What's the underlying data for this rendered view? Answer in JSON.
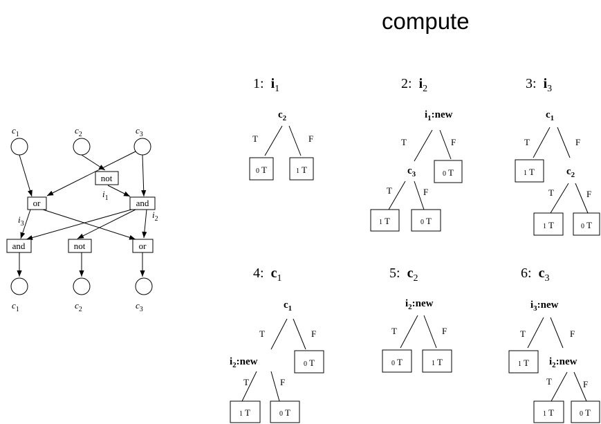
{
  "title": "compute",
  "circuit": {
    "inputs": [
      {
        "base": "c",
        "sub": "1"
      },
      {
        "base": "c",
        "sub": "2"
      },
      {
        "base": "c",
        "sub": "3"
      }
    ],
    "outputs": [
      {
        "base": "c",
        "sub": "1"
      },
      {
        "base": "c",
        "sub": "2"
      },
      {
        "base": "c",
        "sub": "3"
      }
    ],
    "gates": {
      "not_top": "not",
      "or_left": "or",
      "and_right": "and",
      "and_bottom": "and",
      "not_bottom": "not",
      "or_bottom": "or"
    },
    "wire_labels": {
      "i1": {
        "base": "i",
        "sub": "1"
      },
      "i2": {
        "base": "i",
        "sub": "2"
      },
      "i3": {
        "base": "i",
        "sub": "3"
      }
    }
  },
  "panels": [
    {
      "header": {
        "num": "1:",
        "var": "i",
        "sub": "1"
      },
      "root": {
        "var": "c",
        "sub": "2",
        "suffix": ""
      },
      "edges": [
        "T",
        "F"
      ],
      "leaves": [
        {
          "n": "0",
          "v": "T"
        },
        {
          "n": "1",
          "v": "T"
        }
      ]
    },
    {
      "header": {
        "num": "2:",
        "var": "i",
        "sub": "2"
      },
      "root": {
        "var": "i",
        "sub": "1",
        "suffix": ":new"
      },
      "edges": [
        "T",
        "F"
      ],
      "inner": {
        "var": "c",
        "sub": "3",
        "suffix": ""
      },
      "inner_edges": [
        "T",
        "F"
      ],
      "leaves": [
        {
          "n": "0",
          "v": "T"
        },
        {
          "n": "1",
          "v": "T"
        },
        {
          "n": "0",
          "v": "T"
        }
      ]
    },
    {
      "header": {
        "num": "3:",
        "var": "i",
        "sub": "3"
      },
      "root": {
        "var": "c",
        "sub": "1",
        "suffix": ""
      },
      "edges": [
        "T",
        "F"
      ],
      "inner": {
        "var": "c",
        "sub": "2",
        "suffix": ""
      },
      "inner_edges": [
        "T",
        "F"
      ],
      "leaves": [
        {
          "n": "1",
          "v": "T"
        },
        {
          "n": "1",
          "v": "T"
        },
        {
          "n": "0",
          "v": "T"
        }
      ]
    },
    {
      "header": {
        "num": "4:",
        "var": "c",
        "sub": "1"
      },
      "root": {
        "var": "c",
        "sub": "1",
        "suffix": ""
      },
      "edges": [
        "T",
        "F"
      ],
      "inner": {
        "var": "i",
        "sub": "2",
        "suffix": ":new"
      },
      "inner_edges": [
        "T",
        "F"
      ],
      "leaves": [
        {
          "n": "0",
          "v": "T"
        },
        {
          "n": "1",
          "v": "T"
        },
        {
          "n": "0",
          "v": "T"
        }
      ]
    },
    {
      "header": {
        "num": "5:",
        "var": "c",
        "sub": "2"
      },
      "root": {
        "var": "i",
        "sub": "2",
        "suffix": ":new"
      },
      "edges": [
        "T",
        "F"
      ],
      "leaves": [
        {
          "n": "0",
          "v": "T"
        },
        {
          "n": "1",
          "v": "T"
        }
      ]
    },
    {
      "header": {
        "num": "6:",
        "var": "c",
        "sub": "3"
      },
      "root": {
        "var": "i",
        "sub": "3",
        "suffix": ":new"
      },
      "edges": [
        "T",
        "F"
      ],
      "inner": {
        "var": "i",
        "sub": "2",
        "suffix": ":new"
      },
      "inner_edges": [
        "T",
        "F"
      ],
      "leaves": [
        {
          "n": "1",
          "v": "T"
        },
        {
          "n": "1",
          "v": "T"
        },
        {
          "n": "0",
          "v": "T"
        }
      ]
    }
  ]
}
